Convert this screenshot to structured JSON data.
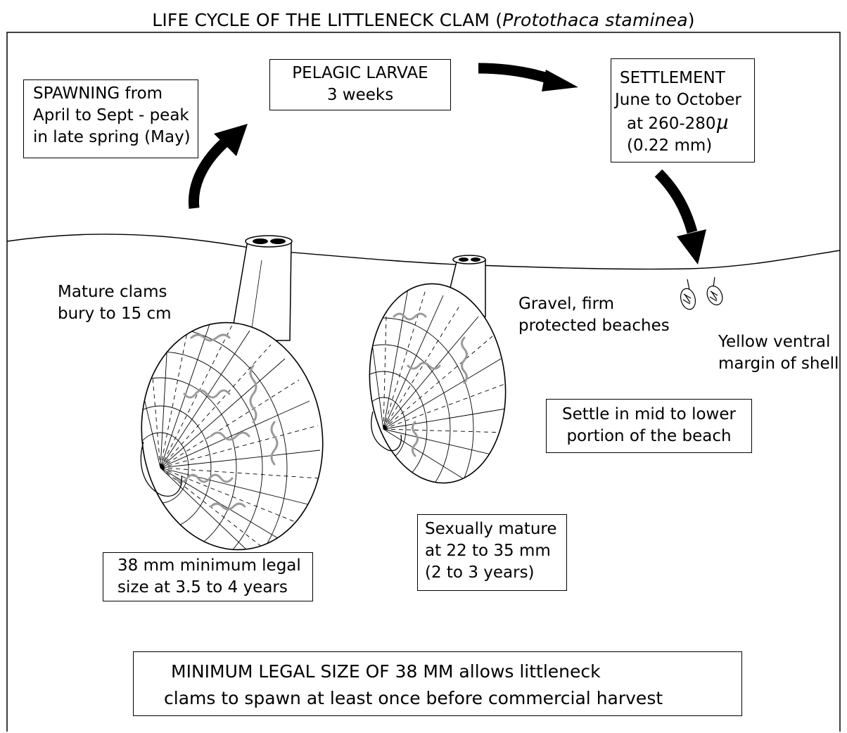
{
  "title": {
    "main": "LIFE CYCLE OF  THE  LITTLENECK CLAM (",
    "species": "Protothaca staminea",
    "close": ")"
  },
  "boxes": {
    "spawning": [
      "SPAWNING from",
      "April to Sept - peak",
      "in late spring (May)"
    ],
    "pelagic": [
      "PELAGIC LARVAE",
      "3 weeks"
    ],
    "settlement": {
      "line1": "SETTLEMENT",
      "line2": "June to October",
      "line3_prefix": "at 260-280",
      "line3_unit": "µ",
      "line4": "(0.22 mm)"
    },
    "settle_zone": [
      "Settle in mid to lower",
      "portion of the beach"
    ],
    "sexually_mature": [
      "Sexually mature",
      "at 22 to 35 mm",
      "(2 to 3 years)"
    ],
    "legal_size": [
      "38 mm minimum legal",
      "size at 3.5 to 4 years"
    ],
    "bottom_note": [
      "MINIMUM LEGAL SIZE OF 38 MM allows littleneck",
      "clams to spawn at least once before commercial harvest"
    ]
  },
  "labels": {
    "mature_bury": [
      "Mature clams",
      "bury to 15 cm"
    ],
    "habitat": [
      "Gravel, firm",
      "protected beaches"
    ],
    "yellow_margin": [
      "Yellow ventral",
      "margin of shell"
    ]
  },
  "colors": {
    "line": "#000000",
    "growth_marks": "#9a9a9a",
    "background": "#ffffff"
  },
  "icons": {
    "adult_clam": "large-littleneck-clam-illustration",
    "young_clam": "medium-littleneck-clam-illustration",
    "spat": "juvenile-clam-spat-illustration",
    "arrows": "black-curved-arrow"
  }
}
